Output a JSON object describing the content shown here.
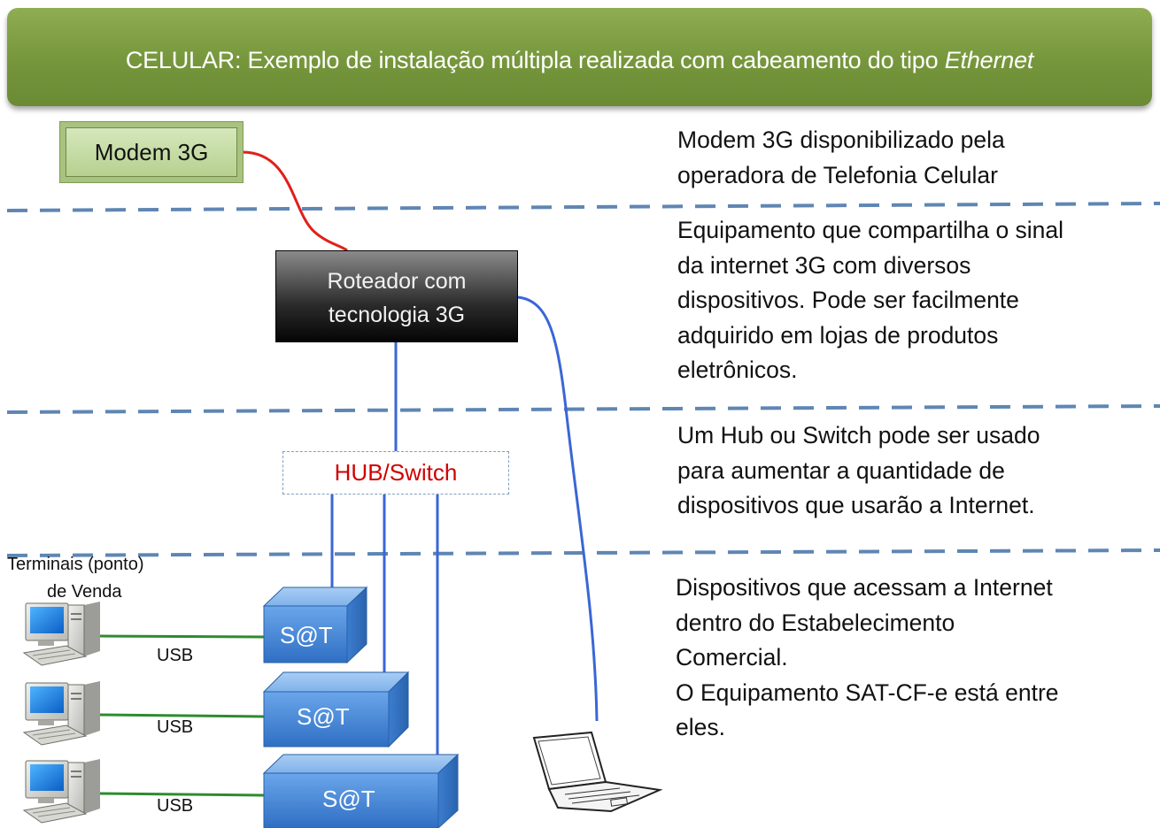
{
  "banner": {
    "title_main": "CELULAR: Exemplo de instalação múltipla realizada com cabeamento do tipo ",
    "title_italic": "Ethernet"
  },
  "nodes": {
    "modem": "Modem 3G",
    "router_line1": "Roteador com",
    "router_line2": "tecnologia 3G",
    "hub": "HUB/Switch",
    "terminals_label_line1": "Terminais (ponto)",
    "terminals_label_line2": "de Venda",
    "sat_label": "S@T",
    "usb_label": "USB"
  },
  "descriptions": {
    "modem": "Modem 3G disponibilizado pela\noperadora de Telefonia Celular",
    "router": "Equipamento que compartilha o sinal\nda internet 3G com diversos\ndispositivos. Pode ser facilmente\nadquirido em lojas de produtos\neletrônicos.",
    "hub": "Um Hub ou Switch pode ser usado\npara aumentar a quantidade de\ndispositivos que usarão a Internet.",
    "devices": "Dispositivos que acessam a Internet\ndentro do Estabelecimento\nComercial.\nO Equipamento SAT-CF-e está entre\neles."
  },
  "colors": {
    "banner": "#76963c",
    "separator": "#5f86b3",
    "red_cable": "#e0201a",
    "blue_cable": "#3a66d6",
    "green_cable": "#2e8b2e",
    "sat_box": "#4a8bd6",
    "hub_text": "#d00000"
  }
}
